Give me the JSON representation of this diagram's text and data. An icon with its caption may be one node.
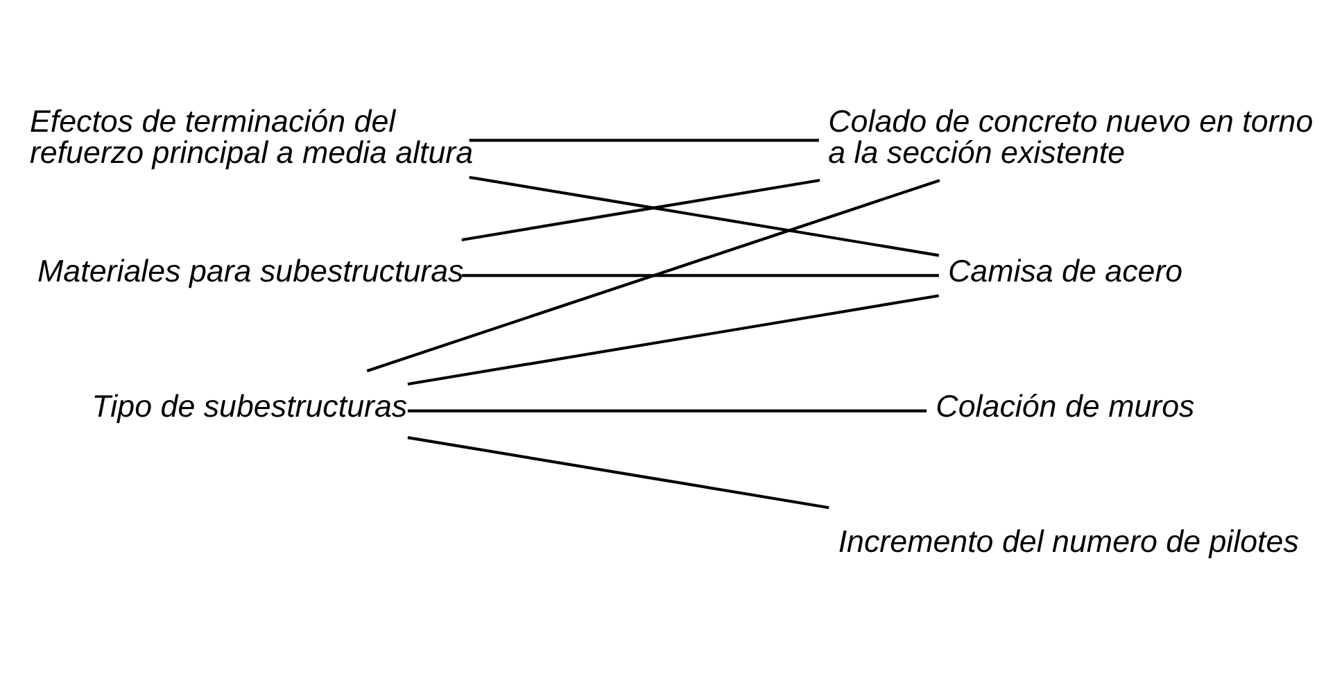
{
  "diagram": {
    "nodes": [
      {
        "text": [
          "Tipo de subestructuras"
        ]
      },
      {
        "text": [
          "Materiales para subestructuras"
        ]
      },
      {
        "text": [
          "Efectos de terminación del refuerzo principal a media altura"
        ]
      },
      {
        "text": [
          "Colado de concreto nuevo en torno a la sección existente"
        ]
      },
      {
        "text": [
          "Camisa de acero"
        ]
      },
      {
        "text": [
          "Colación de muros"
        ]
      },
      {
        "text": [
          "Incremento del numero de pilotes"
        ]
      }
    ],
    "edges": [
      {
        "from": 0,
        "to": 3,
        "arrow": "none"
      },
      {
        "from": 0,
        "to": 4,
        "arrow": "none"
      },
      {
        "from": 0,
        "to": 5,
        "arrow": "none"
      },
      {
        "from": 0,
        "to": 6,
        "arrow": "none"
      },
      {
        "from": 1,
        "to": 3,
        "arrow": "none"
      },
      {
        "from": 1,
        "to": 4,
        "arrow": "none"
      },
      {
        "from": 2,
        "to": 3,
        "arrow": "none"
      },
      {
        "from": 2,
        "to": 4,
        "arrow": "none"
      }
    ]
  }
}
